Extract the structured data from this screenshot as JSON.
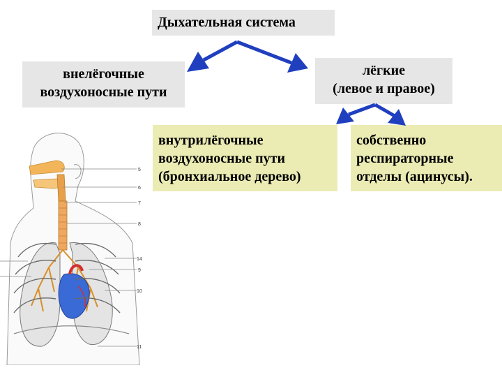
{
  "title": "Дыхательная система",
  "extrapulmonary": {
    "lines": [
      "внелёгочные",
      "воздухоносные пути"
    ]
  },
  "lungs": {
    "lines": [
      "лёгкие",
      "(левое и правое)"
    ]
  },
  "intrapulmonary": {
    "lines": [
      "внутрилёгочные",
      "воздухоносные пути",
      "(бронхиальное дерево)"
    ]
  },
  "acini": {
    "lines": [
      "собственно",
      "респираторные",
      "отделы (ацинусы)."
    ]
  },
  "figure": {
    "labels": [
      "5",
      "6",
      "7",
      "8",
      "14",
      "9",
      "10",
      "11"
    ]
  },
  "colors": {
    "arrow": "#1f3fbf",
    "gray_box": "#e6e6e6",
    "yellow_box": "#ebebb4"
  }
}
